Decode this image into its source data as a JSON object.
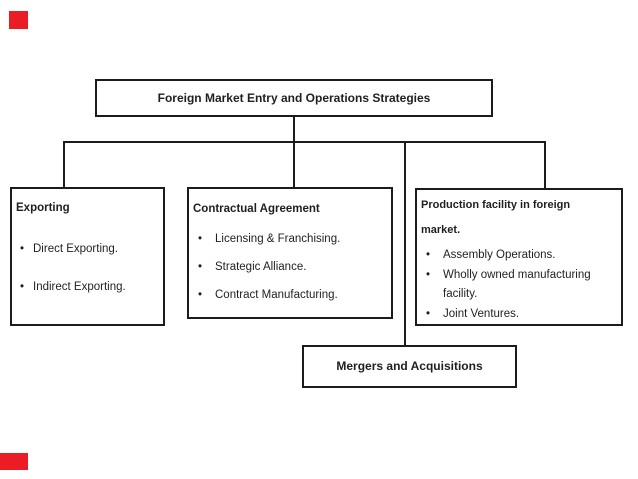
{
  "diagram": {
    "bullet_glyph": "•",
    "root": {
      "label": "Foreign Market Entry and Operations Strategies"
    },
    "nodes": [
      {
        "id": "exporting",
        "title": "Exporting",
        "items": [
          "Direct Exporting.",
          "Indirect Exporting."
        ]
      },
      {
        "id": "contractual-agreement",
        "title": "Contractual Agreement",
        "items": [
          "Licensing & Franchising.",
          "Strategic Alliance.",
          "Contract Manufacturing."
        ]
      },
      {
        "id": "production-facility",
        "title_lines": [
          "Production facility in foreign",
          "market."
        ],
        "items": [
          "Assembly Operations.",
          "Wholly owned manufacturing facility.",
          "Joint Ventures."
        ]
      },
      {
        "id": "mergers-acquisitions",
        "title": "Mergers and Acquisitions",
        "items": []
      }
    ]
  },
  "decor": {
    "red_accent_color": "#ea1c24",
    "line_color": "#1c1c1c",
    "text_color": "#1f1f1f"
  }
}
